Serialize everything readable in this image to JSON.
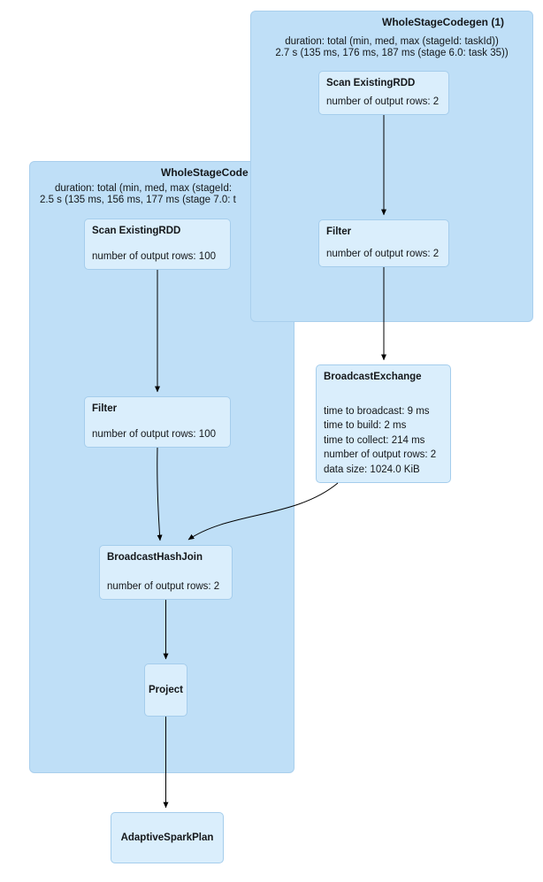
{
  "clusters": {
    "right": {
      "title": "WholeStageCodegen (1)",
      "duration_line1": "duration: total (min, med, max (stageId: taskId))",
      "duration_line2": "2.7 s (135 ms, 176 ms, 187 ms (stage 6.0: task 35))"
    },
    "left": {
      "title": "WholeStageCode",
      "duration_line1": "duration: total (min, med, max (stageId:",
      "duration_line2": "2.5 s (135 ms, 156 ms, 177 ms (stage 7.0: t"
    }
  },
  "nodes": {
    "scan_rdd_1": {
      "title": "Scan ExistingRDD",
      "metrics": [
        "number of output rows: 2"
      ]
    },
    "filter_1": {
      "title": "Filter",
      "metrics": [
        "number of output rows: 2"
      ]
    },
    "scan_rdd_2": {
      "title": "Scan ExistingRDD",
      "metrics": [
        "number of output rows: 100"
      ]
    },
    "filter_2": {
      "title": "Filter",
      "metrics": [
        "number of output rows: 100"
      ]
    },
    "broadcast_exchange": {
      "title": "BroadcastExchange",
      "metrics": [
        "time to broadcast: 9 ms",
        "time to build: 2 ms",
        "time to collect: 214 ms",
        "number of output rows: 2",
        "data size: 1024.0 KiB"
      ]
    },
    "broadcast_hash_join": {
      "title": "BroadcastHashJoin",
      "metrics": [
        "number of output rows: 2"
      ]
    },
    "project": {
      "title": "Project",
      "metrics": []
    },
    "adaptive_spark_plan": {
      "title": "AdaptiveSparkPlan",
      "metrics": []
    }
  },
  "colors": {
    "cluster_fill": "#bfdff7",
    "cluster_border": "#a9cfed",
    "node_fill": "#daeefc",
    "node_border": "#a5cdec",
    "edge": "#000000",
    "text": "#14171a"
  }
}
